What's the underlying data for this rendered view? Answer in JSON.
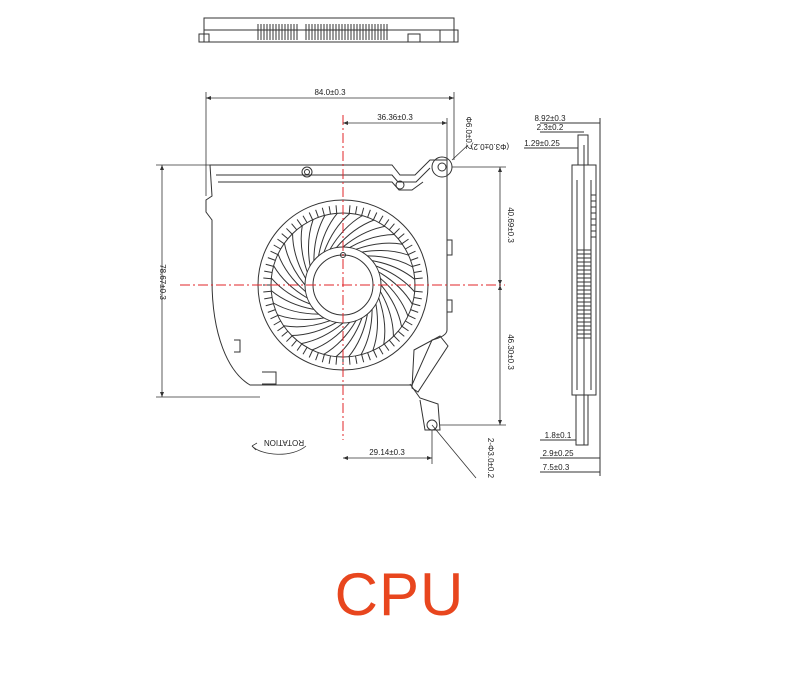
{
  "colors": {
    "line": "#333333",
    "axis": "#e0242a",
    "caption": "#e8461e"
  },
  "caption": "CPU",
  "dimensions": {
    "overall_width": "84.0±0.3",
    "center_x": "36.36±0.3",
    "overall_height": "78.67±0.3",
    "upper_height": "40.69±0.3",
    "lower_height": "46.30±0.3",
    "outlet_offset": "29.14±0.3",
    "hole_top": "Φ6.0±0.2",
    "hole_top_inner": "(Φ3.0±0.2)",
    "hole_bottom": "2-Φ3.0±0.2",
    "side_total": "8.92±0.3",
    "side_a": "2.3±0.2",
    "side_b": "1.29±0.25",
    "side_c": "1.8±0.1",
    "side_d": "2.9±0.25",
    "side_e": "7.5±0.3"
  },
  "rotation_label": "ROTATION"
}
